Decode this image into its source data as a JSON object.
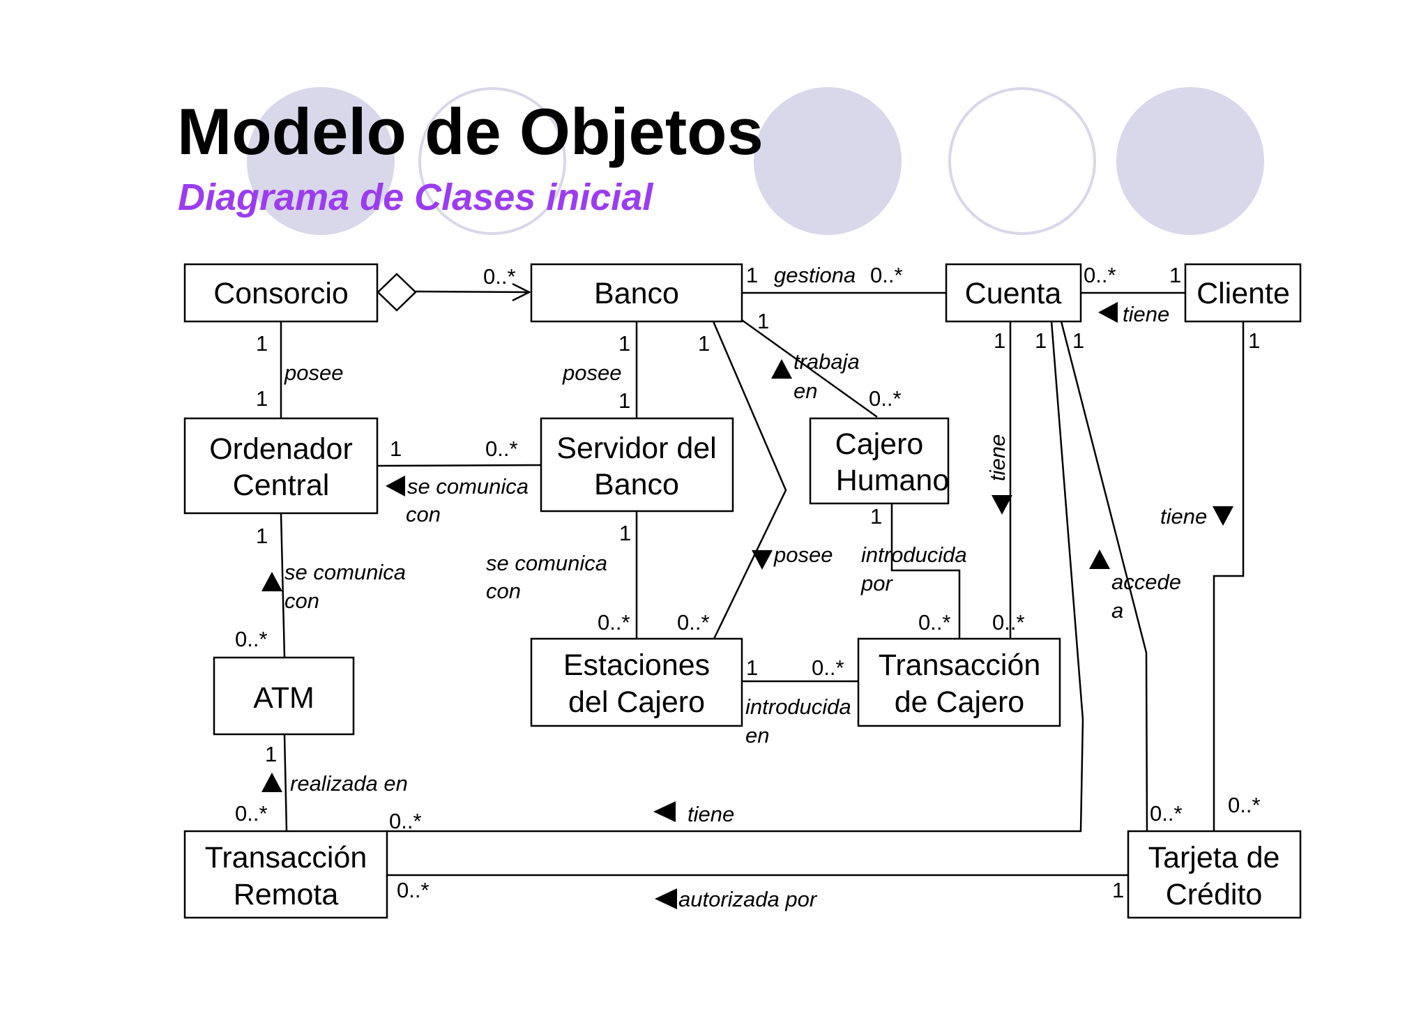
{
  "title": "Modelo de Objetos",
  "subtitle": "Diagrama de Clases inicial",
  "colors": {
    "title": "#000000",
    "subtitle": "#9b3cf0",
    "decor_circle_fill": "#d9d7ea",
    "decor_circle_stroke": "#d9d7ea",
    "line": "#000000"
  },
  "classes": {
    "consorcio": [
      "Consorcio"
    ],
    "banco": [
      "Banco"
    ],
    "cuenta": [
      "Cuenta"
    ],
    "cliente": [
      "Cliente"
    ],
    "ordenador_central": [
      "Ordenador",
      "Central"
    ],
    "servidor_banco": [
      "Servidor del",
      "Banco"
    ],
    "cajero_humano": [
      "Cajero",
      "Humano"
    ],
    "atm": [
      "ATM"
    ],
    "estaciones_cajero": [
      "Estaciones",
      "del Cajero"
    ],
    "transaccion_cajero": [
      "Transacción",
      "de Cajero"
    ],
    "transaccion_remota": [
      "Transacción",
      "Remota"
    ],
    "tarjeta_credito": [
      "Tarjeta de",
      "Crédito"
    ]
  },
  "relations": {
    "consorcio_banco": {
      "mult_target": "0..*"
    },
    "banco_cuenta": {
      "mult_source": "1",
      "label": "gestiona",
      "mult_target": "0..*"
    },
    "cuenta_cliente": {
      "mult_source": "0..*",
      "mult_target": "1",
      "label": "tiene"
    },
    "consorcio_ordenador": {
      "mult_source": "1",
      "label": "posee",
      "mult_target": "1"
    },
    "banco_servidor": {
      "mult_source": "1",
      "label": "posee",
      "mult_target": "1"
    },
    "banco_cajero_humano": {
      "mult_source": "1",
      "label_line1": "trabaja",
      "label_line2": "en",
      "mult_target": "0..*"
    },
    "ordenador_servidor": {
      "mult_source": "1",
      "mult_target": "0..*",
      "label_line1": "se comunica",
      "label_line2": "con"
    },
    "ordenador_atm": {
      "mult_source": "1",
      "label_line1": "se comunica",
      "label_line2": "con",
      "mult_target": "0..*"
    },
    "servidor_estaciones": {
      "mult_source": "1",
      "label_line1": "se comunica",
      "label_line2": "con",
      "mult_target": "0..*"
    },
    "banco_estaciones": {
      "mult_source": "1",
      "label": "posee",
      "mult_target": "0..*"
    },
    "cajero_transaccion": {
      "mult_source": "1",
      "label_line1": "introducida",
      "label_line2": "por",
      "mult_target": "0..*"
    },
    "cuenta_transaccion_cajero": {
      "mult_source": "1",
      "label": "tiene",
      "mult_target": "0..*"
    },
    "estaciones_transaccion": {
      "mult_source": "1",
      "mult_target": "0..*",
      "label_line1": "introducida",
      "label_line2": "en"
    },
    "cuenta_transaccion_remota": {
      "mult_source": "1",
      "label": "tiene",
      "mult_target": "0..*"
    },
    "cuenta_tarjeta": {
      "mult_source": "1",
      "label_line1": "accede",
      "label_line2": "a",
      "mult_target": "0..*"
    },
    "cliente_tarjeta": {
      "mult_source": "1",
      "label": "tiene",
      "mult_target": "0..*"
    },
    "atm_transaccion_remota": {
      "mult_source": "1",
      "label": "realizada en",
      "mult_target": "0..*"
    },
    "transaccion_remota_tarjeta": {
      "mult_source": "0..*",
      "label": "autorizada por",
      "mult_target": "1"
    }
  }
}
